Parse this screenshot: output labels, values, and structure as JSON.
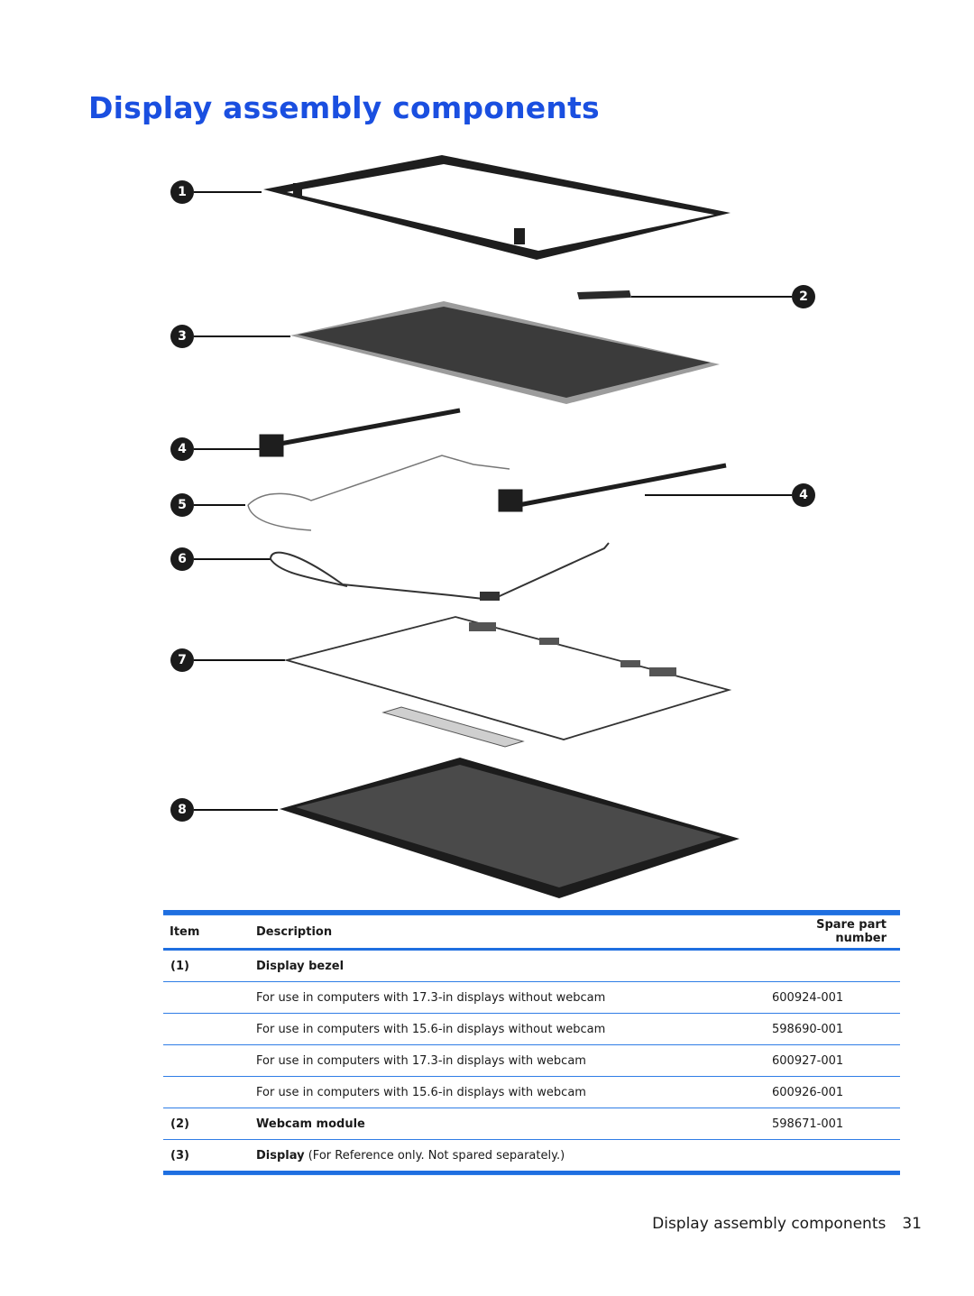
{
  "page": {
    "title": "Display assembly components",
    "footer_label": "Display assembly components",
    "page_number": "31"
  },
  "colors": {
    "title": "#1a4fe0",
    "table_rule": "#1f6fe0",
    "callout": "#1b1b1b"
  },
  "figure": {
    "callouts": [
      "1",
      "2",
      "3",
      "4",
      "4",
      "5",
      "6",
      "7",
      "8"
    ]
  },
  "table": {
    "headers": {
      "item": "Item",
      "description": "Description",
      "spare": "Spare part number"
    },
    "rows": [
      {
        "item": "(1)",
        "description": "Display bezel",
        "spare": ""
      },
      {
        "item": "",
        "description": "For use in computers with 17.3-in displays without webcam",
        "spare": "600924-001"
      },
      {
        "item": "",
        "description": "For use in computers with 15.6-in displays without webcam",
        "spare": "598690-001"
      },
      {
        "item": "",
        "description": "For use in computers with 17.3-in displays with webcam",
        "spare": "600927-001"
      },
      {
        "item": "",
        "description": "For use in computers with 15.6-in displays with webcam",
        "spare": "600926-001"
      },
      {
        "item": "(2)",
        "description": "Webcam module",
        "spare": "598671-001"
      },
      {
        "item": "(3)",
        "description_bold": "Display",
        "description_note": "(For Reference only. Not spared separately.)",
        "spare": ""
      }
    ]
  }
}
